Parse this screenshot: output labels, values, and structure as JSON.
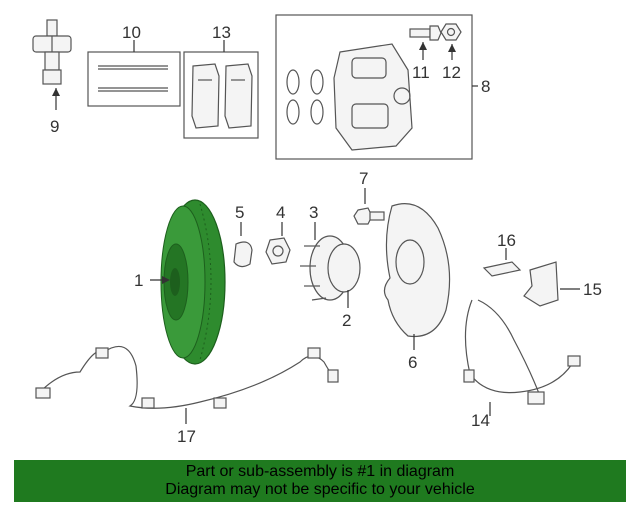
{
  "colors": {
    "banner_background": "#1f7a1f",
    "rotor_highlight": "#2e8b2e",
    "line": "#555555"
  },
  "callouts": [
    "1",
    "2",
    "3",
    "4",
    "5",
    "6",
    "7",
    "8",
    "9",
    "10",
    "11",
    "12",
    "13",
    "14",
    "15",
    "16",
    "17"
  ],
  "highlighted_part": "1",
  "banner": {
    "line1": "Part or sub-assembly is #1 in diagram",
    "line2": "Diagram may not be specific to your vehicle"
  }
}
